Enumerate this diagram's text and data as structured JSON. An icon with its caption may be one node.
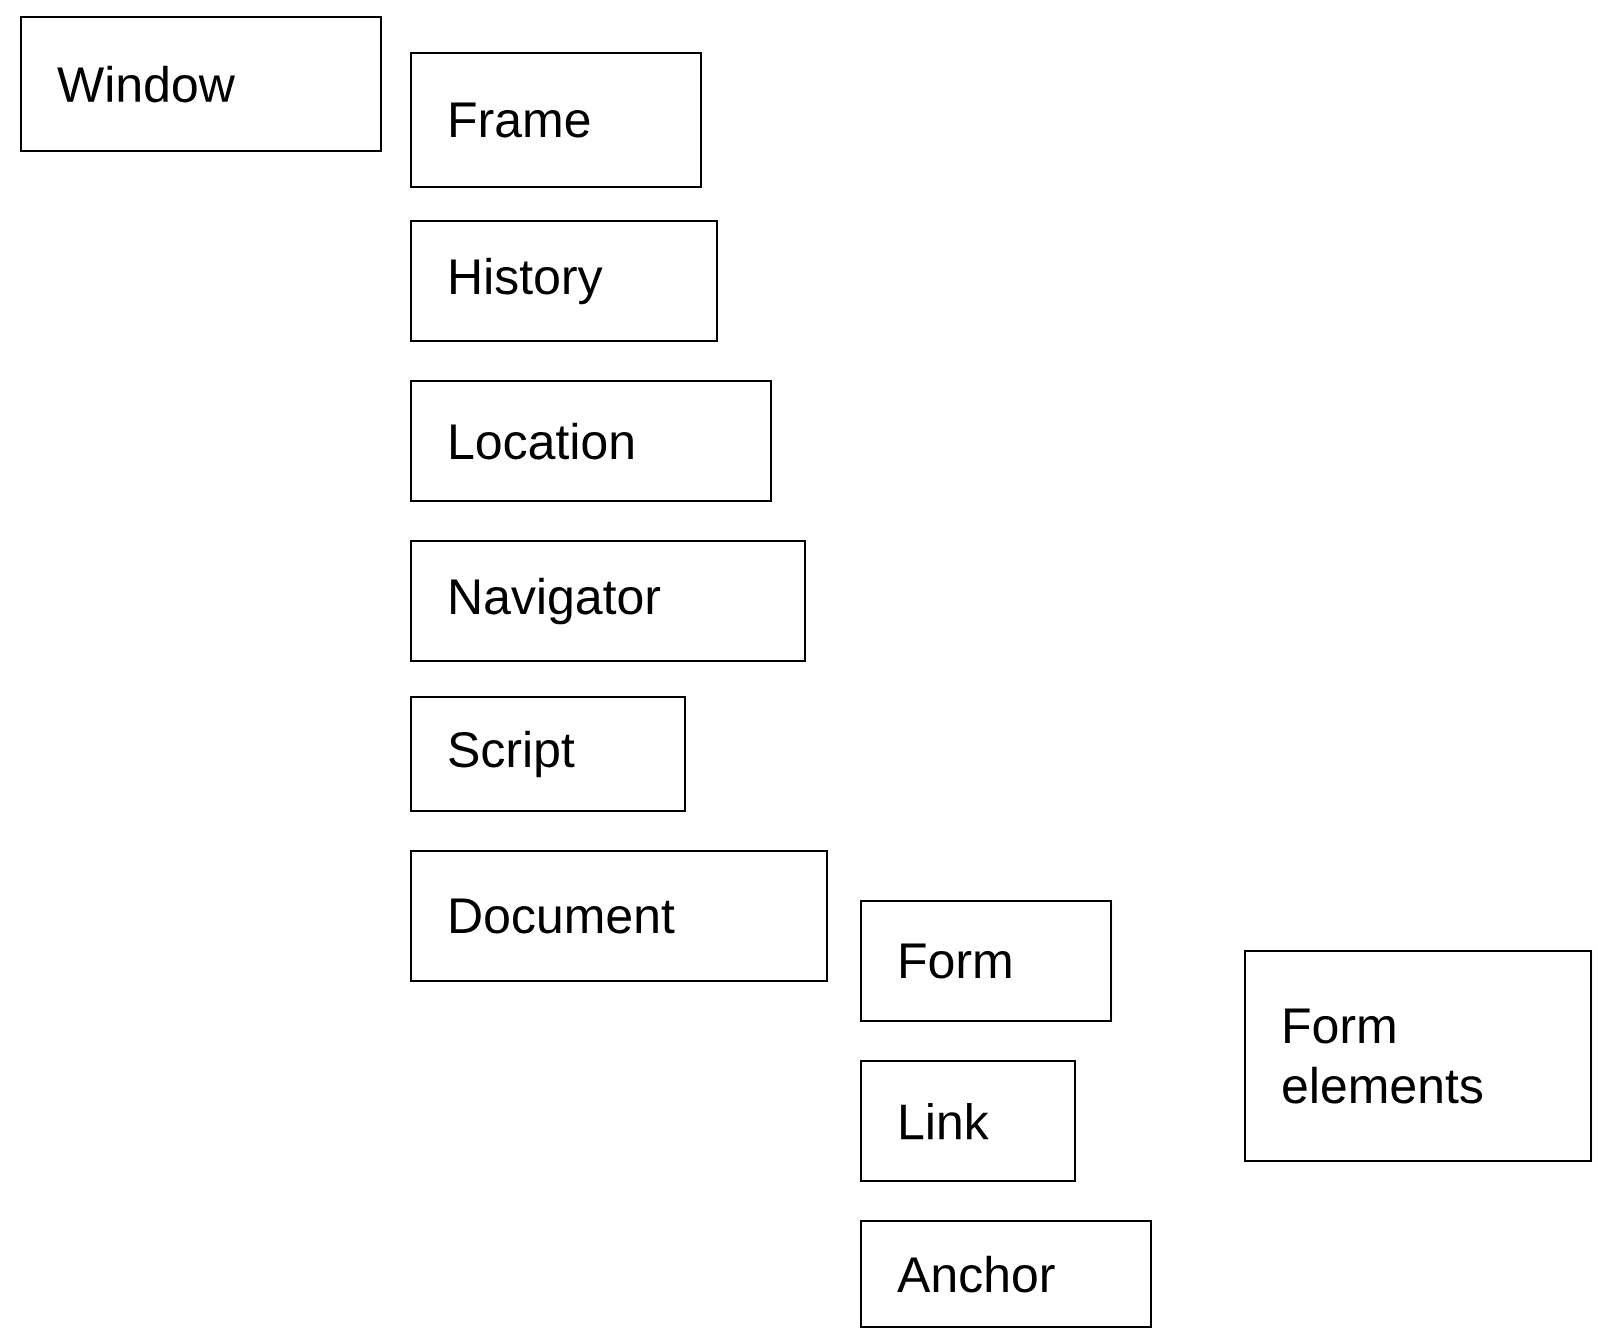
{
  "diagram": {
    "nodes": [
      {
        "text": [
          "Window"
        ]
      },
      {
        "text": [
          "Frame"
        ]
      },
      {
        "text": [
          "History"
        ]
      },
      {
        "text": [
          "Location"
        ]
      },
      {
        "text": [
          "Navigator"
        ]
      },
      {
        "text": [
          "Script"
        ]
      },
      {
        "text": [
          "Document"
        ]
      },
      {
        "text": [
          "Form"
        ]
      },
      {
        "text": [
          "Link"
        ]
      },
      {
        "text": [
          "Anchor"
        ]
      },
      {
        "text": [
          "Form elements"
        ]
      }
    ]
  }
}
